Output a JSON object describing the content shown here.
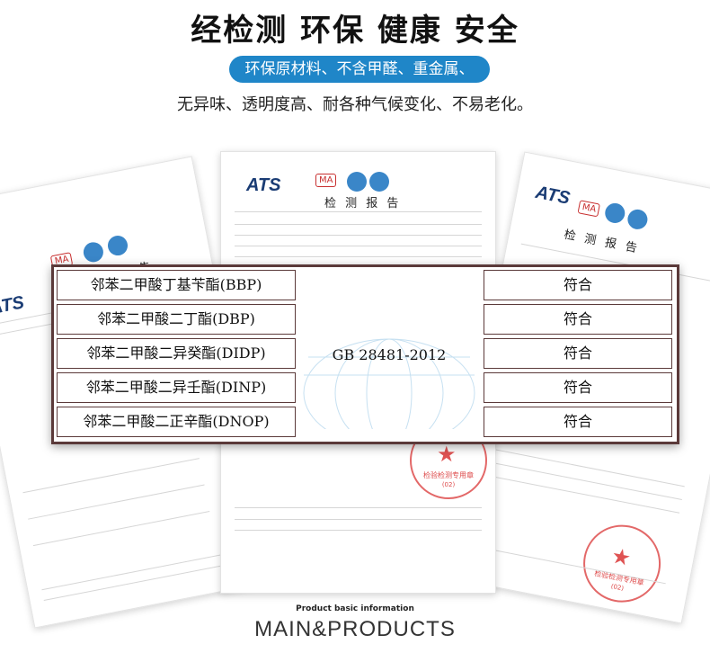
{
  "header": {
    "title": "经检测  环保  健康  安全",
    "pill": "环保原材料、不含甲醛、重金属、",
    "subtitle": "无异味、透明度高、耐各种气候变化、不易老化。"
  },
  "report": {
    "logo": "ATS",
    "cma": "MA",
    "title": "检 测 报 告",
    "seal_text": "检验检测专用章",
    "seal_no": "(02)"
  },
  "table": {
    "standard": "GB 28481-2012",
    "rows": [
      {
        "item": "邻苯二甲酸丁基苄酯(BBP)",
        "result": "符合"
      },
      {
        "item": "邻苯二甲酸二丁酯(DBP)",
        "result": "符合"
      },
      {
        "item": "邻苯二甲酸二异癸酯(DIDP)",
        "result": "符合"
      },
      {
        "item": "邻苯二甲酸二异壬酯(DINP)",
        "result": "符合"
      },
      {
        "item": "邻苯二甲酸二正辛酯(DNOP)",
        "result": "符合"
      }
    ]
  },
  "footer": {
    "small": "Product basic information",
    "big": "MAIN&PRODUCTS"
  },
  "colors": {
    "pill": "#1f86c8",
    "table_border": "#5b3a3a",
    "seal": "#d72828"
  }
}
